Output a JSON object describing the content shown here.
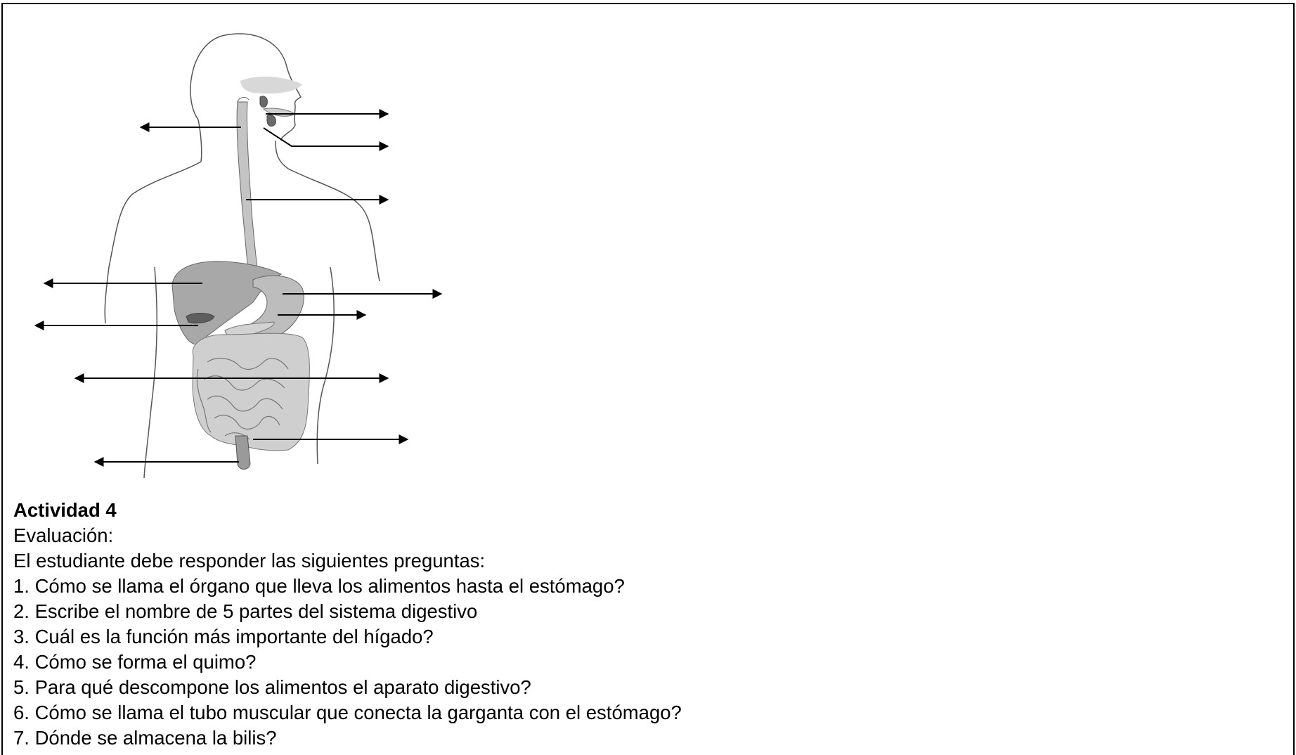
{
  "activity": {
    "title": "Actividad 4",
    "evaluation_label": "Evaluación:",
    "intro": "El estudiante debe responder las siguientes preguntas:",
    "questions": [
      "1. Cómo se llama el órgano que lleva los alimentos hasta el estómago?",
      "2. Escribe el nombre de 5 partes del sistema digestivo",
      "3. Cuál es la función más importante del hígado?",
      "4. Cómo se forma el quimo?",
      "5. Para qué descompone los alimentos el aparato digestivo?",
      "6. Cómo se llama el tubo muscular que conecta la garganta con el estómago?",
      "7. Dónde se almacena la bilis?"
    ]
  },
  "colors": {
    "outline": "#555555",
    "organ_light": "#c9c9c9",
    "organ_mid": "#a8a8a8",
    "organ_dark": "#6a6a6a",
    "arrow": "#000000"
  }
}
